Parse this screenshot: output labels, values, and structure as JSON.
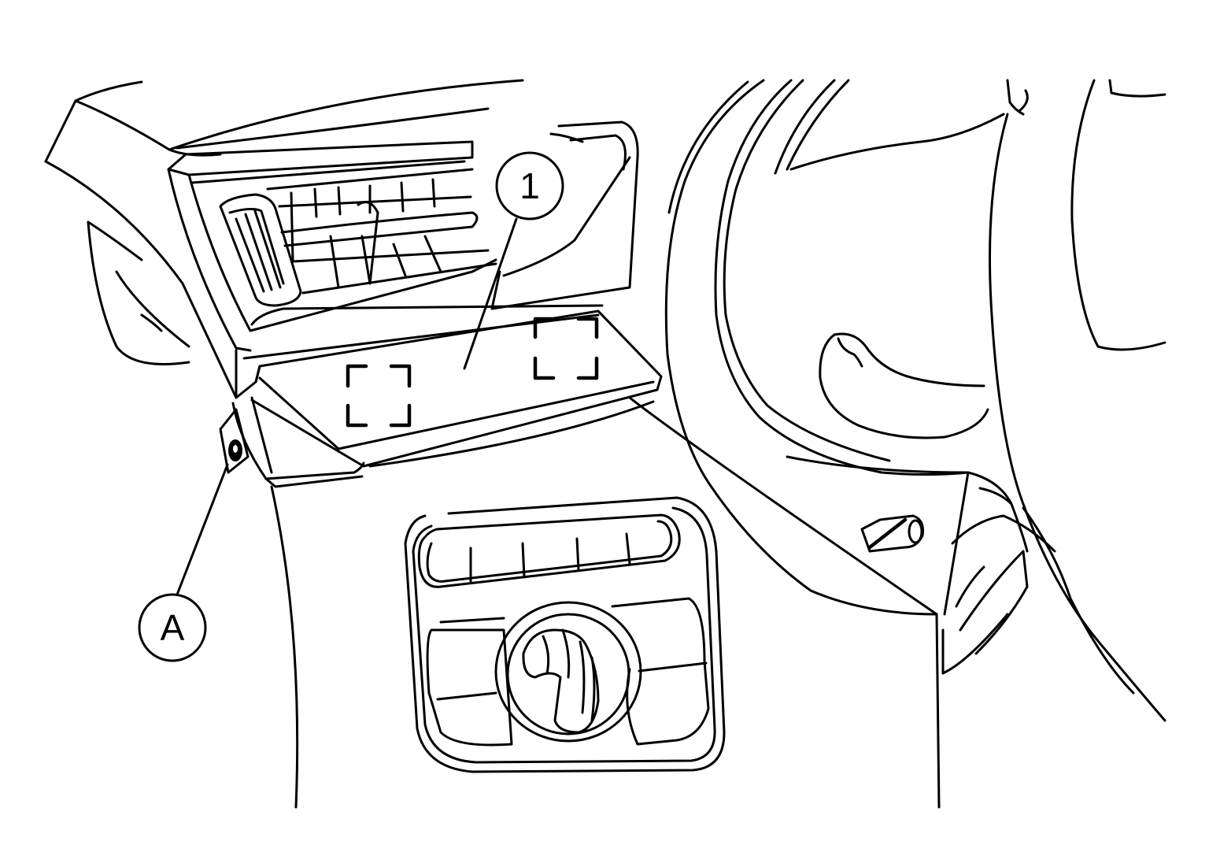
{
  "diagram": {
    "callouts": [
      {
        "id": "part-1",
        "label": "1"
      },
      {
        "id": "point-a",
        "label": "A"
      }
    ],
    "line_color": "#000000",
    "background": "#ffffff"
  }
}
